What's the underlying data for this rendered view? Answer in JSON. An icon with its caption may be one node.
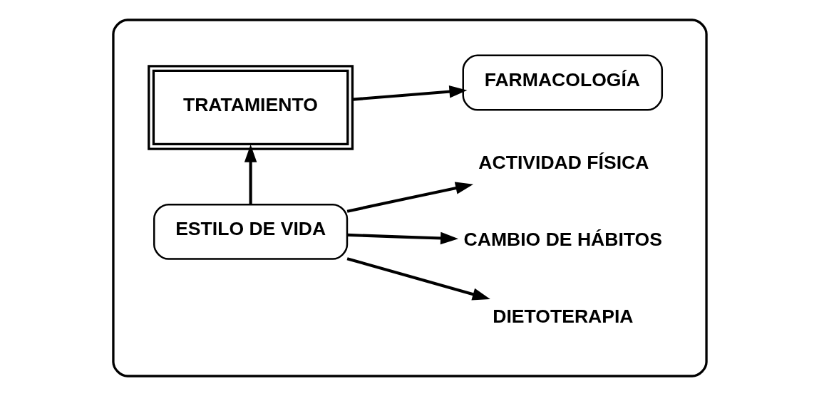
{
  "diagram": {
    "nodes": [
      {
        "text": [],
        "shape": "box"
      },
      {
        "text": [
          "ESTILO DE VIDA"
        ],
        "in": 0
      },
      {
        "text": [
          "DIETOTERAPIA"
        ],
        "in": 0
      },
      {
        "text": [
          "CAMBIO DE HÁBITOS"
        ],
        "in": 0
      },
      {
        "text": [
          "ACTIVIDAD FÍSICA"
        ],
        "in": 0
      },
      {
        "text": [
          "TRATAMIENTO"
        ],
        "in": 0
      },
      {
        "text": [
          "FARMACOLOGÍA"
        ],
        "in": 0
      }
    ],
    "edges": [
      {
        "from": 1,
        "to": 2,
        "arrow": "to"
      },
      {
        "from": 1,
        "to": 3,
        "arrow": "to"
      },
      {
        "from": 1,
        "to": 4,
        "arrow": "to"
      },
      {
        "from": 1,
        "to": 5,
        "arrow": "to"
      },
      {
        "from": 5,
        "to": 6,
        "arrow": "to"
      }
    ]
  }
}
